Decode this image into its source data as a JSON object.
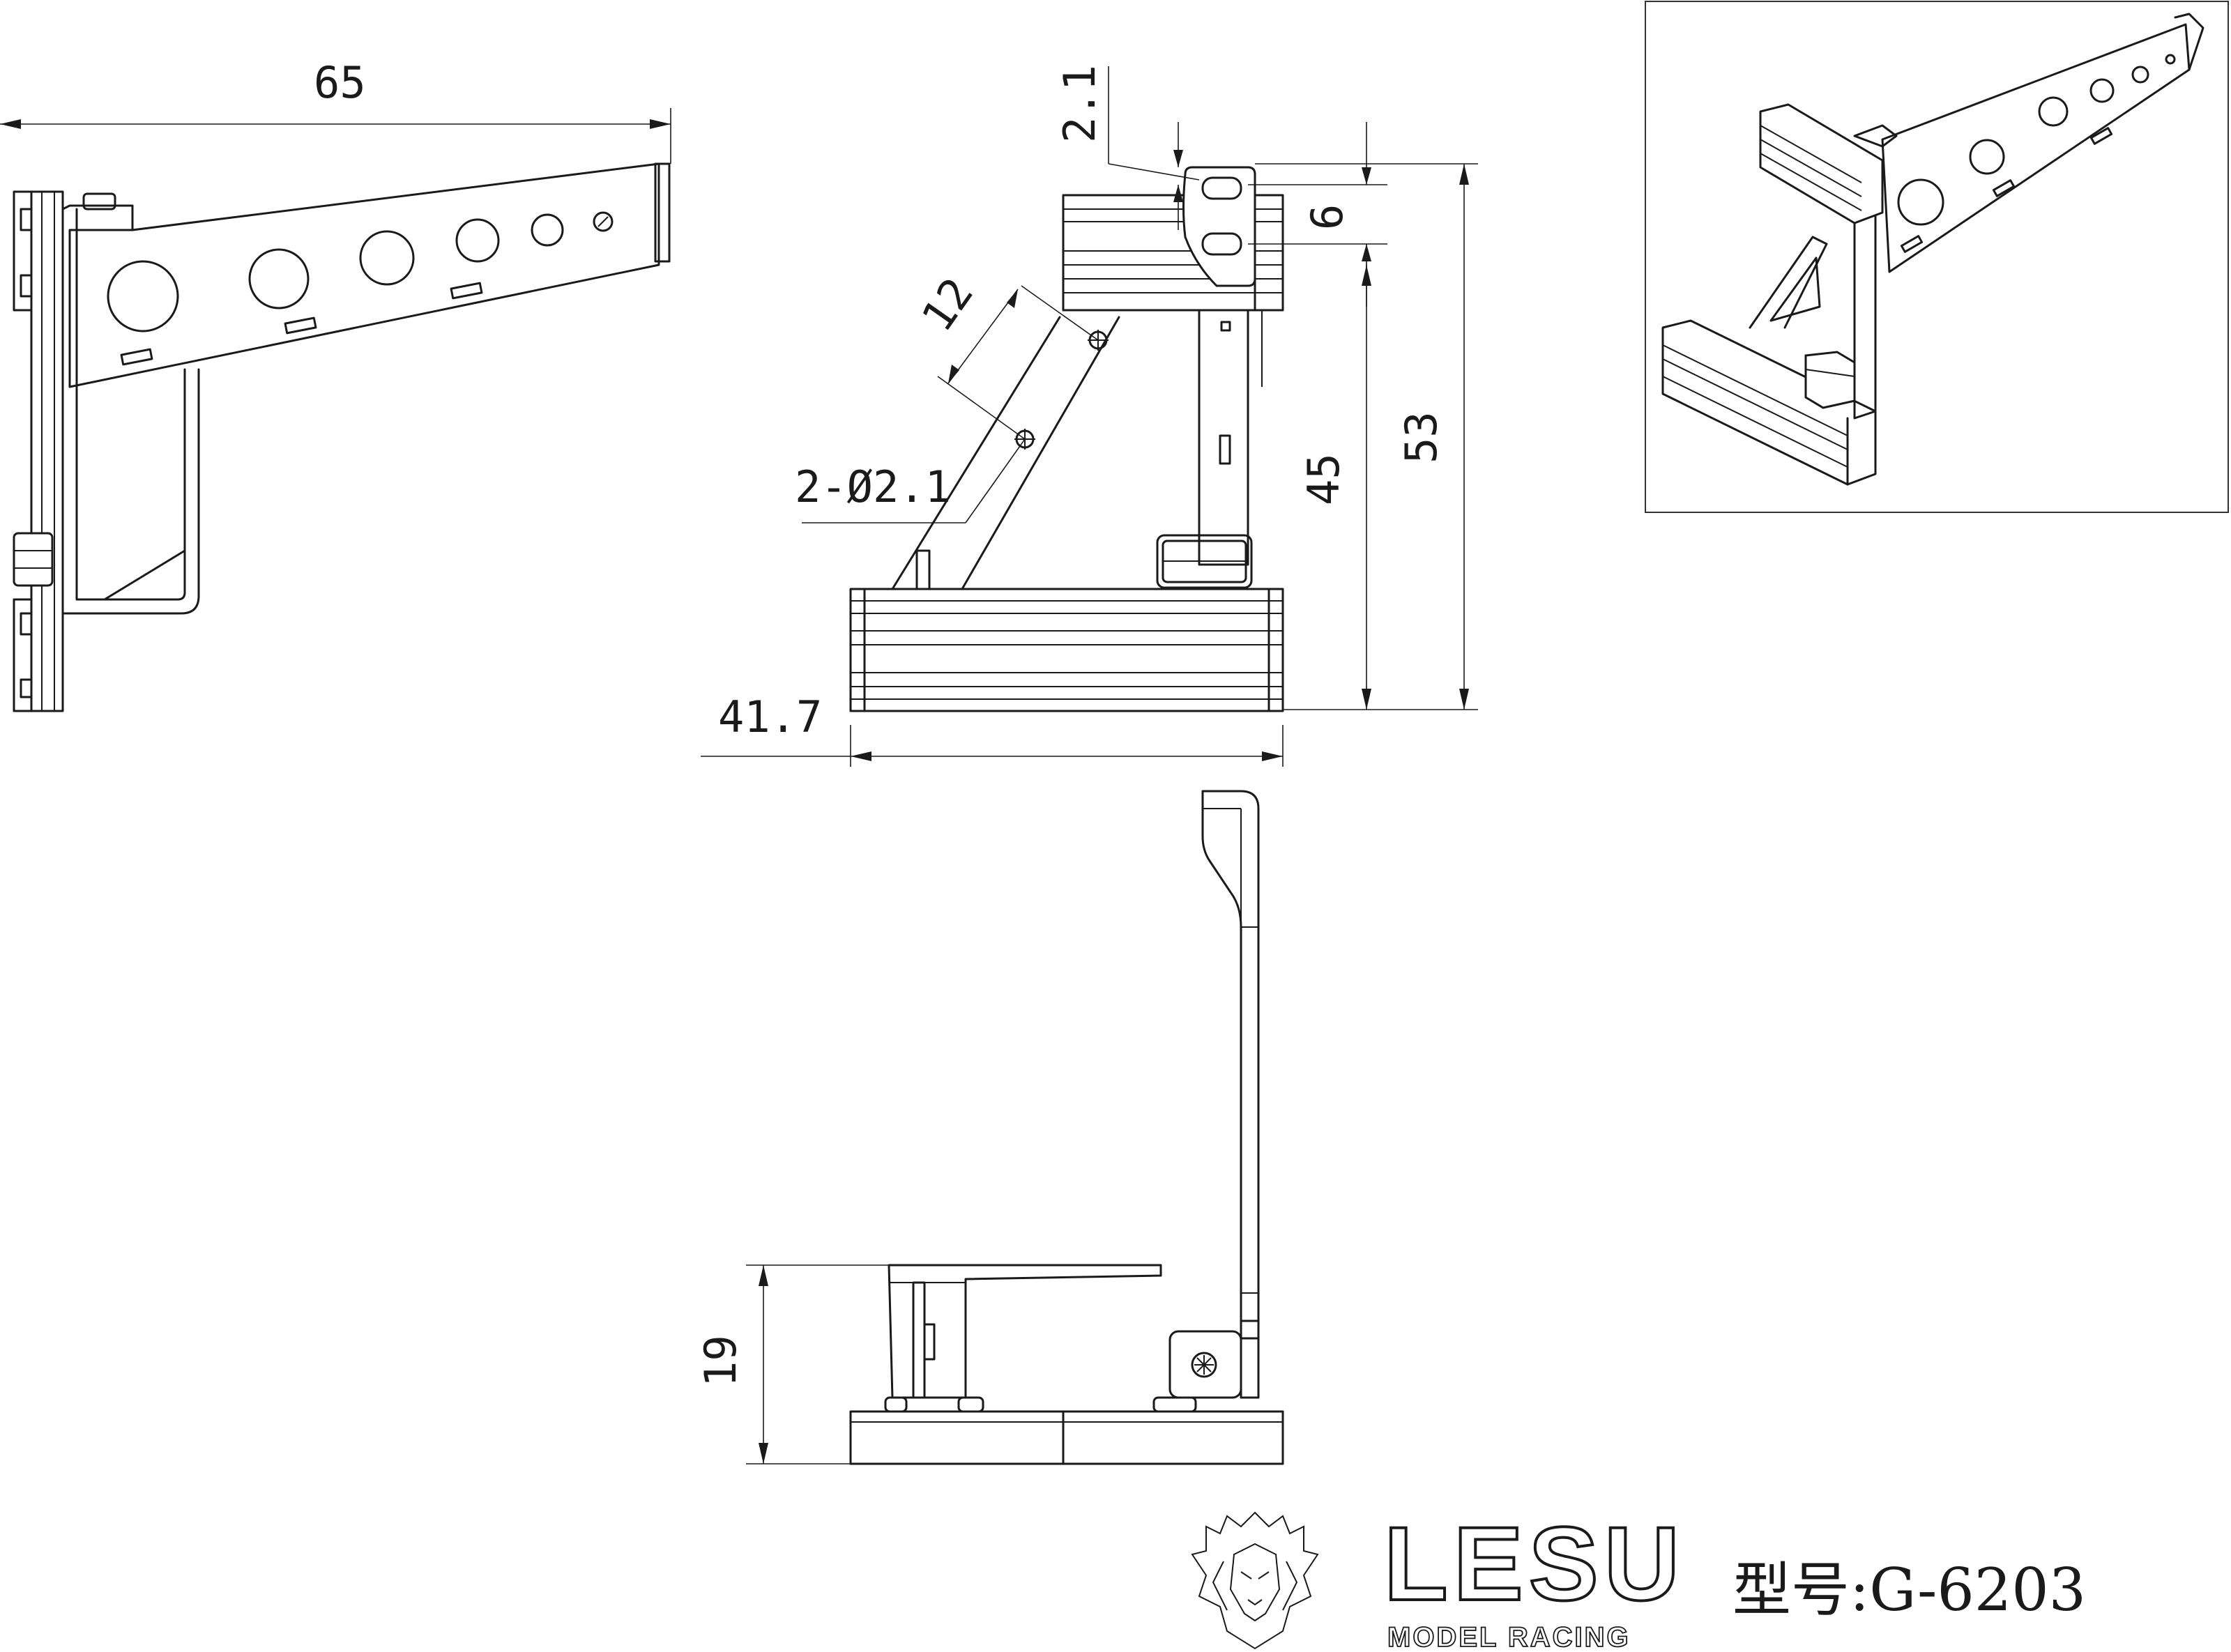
{
  "dimensions": {
    "overall_length": "65",
    "hole_offset_top": "2.1",
    "slot_height": "6",
    "hole_spacing": "12",
    "hole_callout": "2-Ø2.1",
    "height_45": "45",
    "height_53": "53",
    "width": "41.7",
    "step_height": "19"
  },
  "logo": {
    "brand": "LESU",
    "tagline": "MODEL RACING"
  },
  "model_label": "型号:G-6203"
}
